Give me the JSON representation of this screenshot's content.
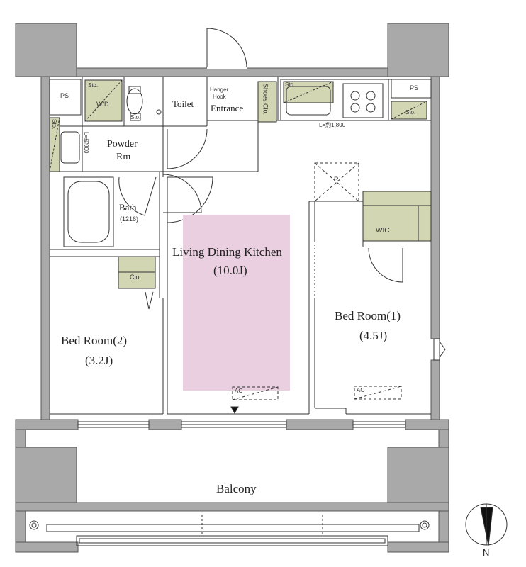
{
  "rooms": {
    "ldk_name": "Living Dining Kitchen",
    "ldk_size": "(10.0J)",
    "bed1_name": "Bed Room(1)",
    "bed1_size": "(4.5J)",
    "bed2_name": "Bed Room(2)",
    "bed2_size": "(3.2J)",
    "balcony": "Balcony",
    "bath": "Bath",
    "bath_size": "(1216)",
    "powder_line1": "Powder",
    "powder_line2": "Rm",
    "toilet": "Toilet",
    "entrance": "Entrance",
    "wic": "WIC"
  },
  "fixtures": {
    "ps_left": "PS",
    "ps_right": "PS",
    "sto_wd": "Sto.",
    "wd": "W/D",
    "sto_toilet": "Sto.",
    "hanger_line1": "Hanger",
    "hanger_line2": "Hook",
    "shoes_clo": "Shoes Clo.",
    "sto_kitchen": "Sto.",
    "sto_right": "Sto.",
    "counter_length": "L=約1,800",
    "vanity_length": "L=約900",
    "sto_powder": "Sto.",
    "refrigerator": "R",
    "clo": "Clo.",
    "ac_ldk": "AC",
    "ac_bed1": "AC"
  },
  "compass": {
    "label": "N"
  },
  "colors": {
    "wall": "#a9a9a9",
    "wall_stroke": "#555555",
    "storage": "#d3d6b3",
    "furniture_zone": "#e9cfe0",
    "line": "#333333"
  }
}
